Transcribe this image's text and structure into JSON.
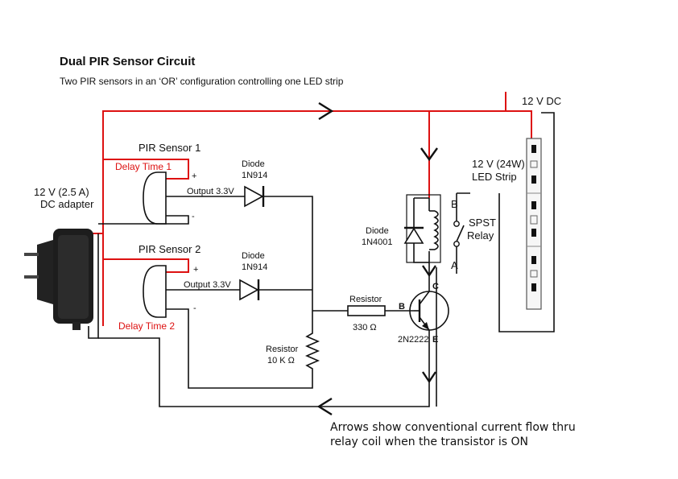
{
  "title": "Dual PIR Sensor Circuit",
  "subtitle": "Two PIR sensors in an ‘OR’ configuration controlling one LED strip",
  "supply": {
    "label": "12 V DC"
  },
  "adapter": {
    "line1": "12 V (2.5 A)",
    "line2": "DC adapter"
  },
  "pir1": {
    "name": "PIR Sensor 1",
    "delay": "Delay Time 1",
    "plus": "+",
    "minus": "-",
    "output": "Output 3.3V"
  },
  "pir2": {
    "name": "PIR Sensor 2",
    "delay": "Delay Time 2",
    "plus": "+",
    "minus": "-",
    "output": "Output 3.3V"
  },
  "diode1": {
    "name": "Diode",
    "part": "1N914"
  },
  "diode2": {
    "name": "Diode",
    "part": "1N914"
  },
  "diode3": {
    "name": "Diode",
    "part": "1N4001"
  },
  "led_strip": {
    "line1": "12 V (24W)",
    "line2": "LED Strip"
  },
  "relay": {
    "line1": "SPST",
    "line2": "Relay",
    "terminal_b": "B",
    "terminal_a": "A"
  },
  "resistor_base": {
    "name": "Resistor",
    "value": "330 Ω"
  },
  "resistor_pulldown": {
    "name": "Resistor",
    "value": "10 K Ω"
  },
  "transistor": {
    "part": "2N2222",
    "b": "B",
    "c": "C",
    "e": "E"
  },
  "note": {
    "line1": "Arrows show conventional current flow thru",
    "line2": "relay coil when the transistor is ON"
  },
  "colors": {
    "positive_wire": "#d11111",
    "wire": "#111111"
  }
}
